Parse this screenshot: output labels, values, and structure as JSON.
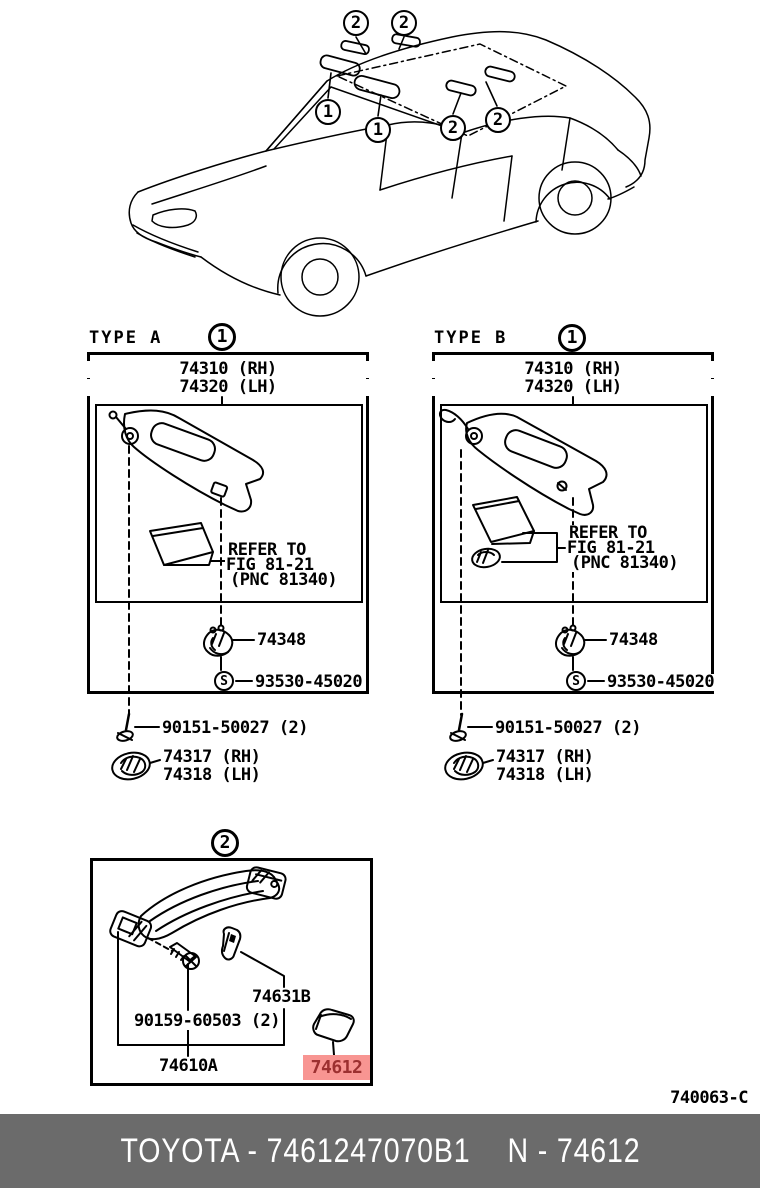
{
  "page_code": "740063-C",
  "car": {
    "callouts": [
      "2",
      "2",
      "1",
      "1",
      "2",
      "2"
    ]
  },
  "type_a": {
    "title": "TYPE A",
    "callout": "1",
    "visor_rh": "74310 (RH)",
    "visor_lh": "74320 (LH)",
    "refer_to": [
      "REFER TO",
      "FIG 81-21",
      "(PNC 81340)"
    ],
    "holder_clip": "74348",
    "s_mark": "S",
    "screw_set": "93530-45020",
    "screw": "90151-50027 (2)",
    "holder_rh": "74317 (RH)",
    "holder_lh": "74318 (LH)"
  },
  "type_b": {
    "title": "TYPE B",
    "callout": "1",
    "visor_rh": "74310 (RH)",
    "visor_lh": "74320 (LH)",
    "refer_to": [
      "REFER TO",
      "FIG 81-21",
      "(PNC 81340)"
    ],
    "holder_clip": "74348",
    "s_mark": "S",
    "screw_set": "93530-45020",
    "screw": "90151-50027 (2)",
    "holder_rh": "74317 (RH)",
    "holder_lh": "74318 (LH)"
  },
  "assist_grip": {
    "callout": "2",
    "cap": "74631B",
    "screw": "90159-60503 (2)",
    "grip": "74610A",
    "cover": "74612"
  },
  "footer": {
    "catalog_number": "TOYOTA - 7461247070B1",
    "part_number": "N - 74612"
  },
  "colors": {
    "highlight_bg": "#f89592",
    "highlight_text": "#9c3030",
    "footer_bg": "#6b6b6b",
    "line": "#000000"
  }
}
